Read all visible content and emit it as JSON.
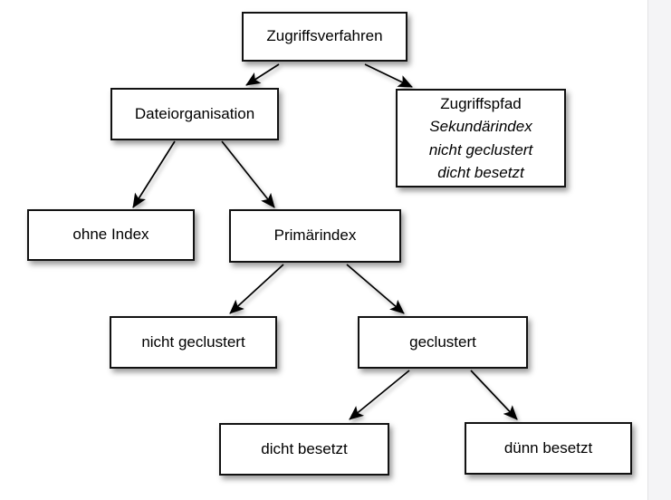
{
  "diagram": {
    "nodes": {
      "zugriffsverfahren": {
        "label": "Zugriffsverfahren"
      },
      "dateiorganisation": {
        "label": "Dateiorganisation"
      },
      "zugriffspfad": {
        "label": "Zugriffspfad",
        "sublabels": [
          "Sekundärindex",
          "nicht geclustert",
          "dicht besetzt"
        ]
      },
      "ohne_index": {
        "label": "ohne Index"
      },
      "primaerindex": {
        "label": "Primärindex"
      },
      "nicht_geclustert": {
        "label": "nicht geclustert"
      },
      "geclustert": {
        "label": "geclustert"
      },
      "dicht_besetzt": {
        "label": "dicht besetzt"
      },
      "duenn_besetzt": {
        "label": "dünn besetzt"
      }
    },
    "edges": [
      {
        "from": "zugriffsverfahren",
        "to": "dateiorganisation"
      },
      {
        "from": "zugriffsverfahren",
        "to": "zugriffspfad"
      },
      {
        "from": "dateiorganisation",
        "to": "ohne_index"
      },
      {
        "from": "dateiorganisation",
        "to": "primaerindex"
      },
      {
        "from": "primaerindex",
        "to": "nicht_geclustert"
      },
      {
        "from": "primaerindex",
        "to": "geclustert"
      },
      {
        "from": "geclustert",
        "to": "dicht_besetzt"
      },
      {
        "from": "geclustert",
        "to": "duenn_besetzt"
      }
    ],
    "colors": {
      "box_border": "#121212",
      "box_fill": "#ffffff",
      "edge": "#000000",
      "gutter": "#f4f4f6"
    }
  }
}
